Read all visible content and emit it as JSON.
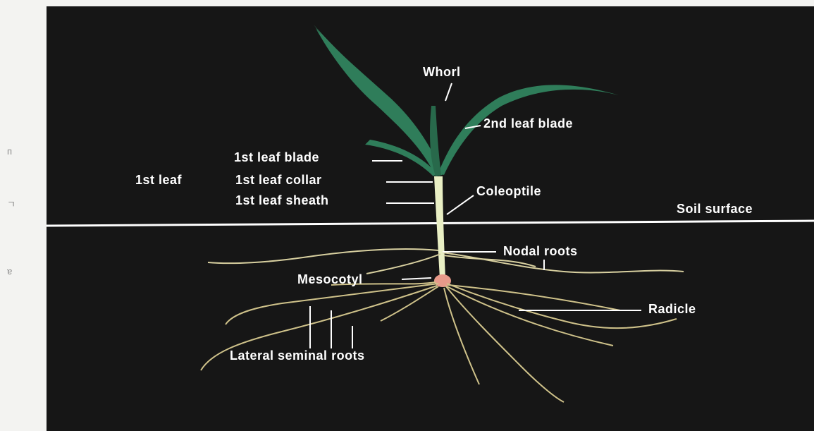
{
  "diagram": {
    "labels": {
      "whorl": "Whorl",
      "second_leaf_blade": "2nd leaf blade",
      "first_leaf_blade": "1st leaf blade",
      "first_leaf": "1st leaf",
      "first_leaf_collar": "1st leaf collar",
      "first_leaf_sheath": "1st leaf sheath",
      "coleoptile": "Coleoptile",
      "soil_surface": "Soil surface",
      "nodal_roots": "Nodal roots",
      "mesocotyl": "Mesocotyl",
      "radicle": "Radicle",
      "lateral_seminal_roots": "Lateral seminal roots"
    },
    "margin_marks": [
      "п",
      "ㄱ",
      "ɐ"
    ],
    "colors": {
      "background": "#161616",
      "leaf": "#2f7d5a",
      "stem": "#e9efc4",
      "roots": "#cfc28a",
      "seed": "#e89a8a",
      "label_text": "#ffffff",
      "soil_line": "#ffffff"
    }
  }
}
